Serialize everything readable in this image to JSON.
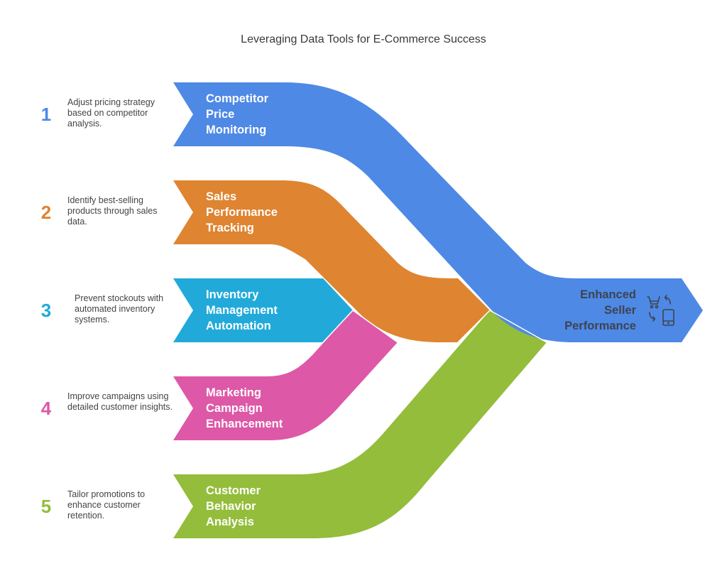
{
  "title": "Leveraging Data Tools for E-Commerce Success",
  "steps": [
    {
      "number": "1",
      "label": "Competitor\nPrice\nMonitoring",
      "description": "Adjust pricing strategy based on competitor analysis.",
      "color": "#4e89e5"
    },
    {
      "number": "2",
      "label": "Sales\nPerformance\nTracking",
      "description": "Identify best-selling products through sales data.",
      "color": "#df8431"
    },
    {
      "number": "3",
      "label": "Inventory\nManagement\nAutomation",
      "description": "Prevent stockouts with automated inventory systems.",
      "color": "#21aad9"
    },
    {
      "number": "4",
      "label": "Marketing\nCampaign\nEnhancement",
      "description": "Improve campaigns using detailed customer insights.",
      "color": "#dd58a7"
    },
    {
      "number": "5",
      "label": "Customer\nBehavior\nAnalysis",
      "description": "Tailor promotions to enhance customer retention.",
      "color": "#93bd3b"
    }
  ],
  "output": {
    "label": "Enhanced\nSeller\nPerformance",
    "icon": "cart-phone-exchange-icon",
    "color": "#4e89e5"
  }
}
